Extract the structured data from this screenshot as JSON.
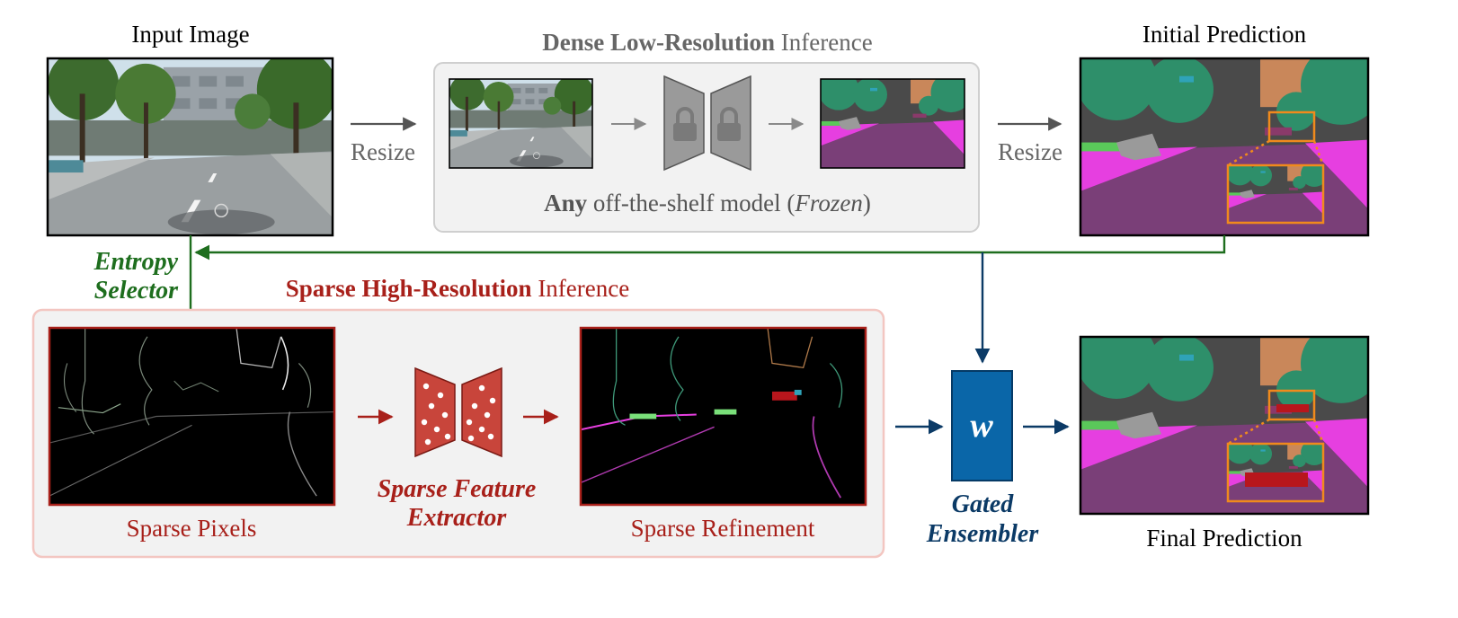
{
  "labels": {
    "input_image": "Input Image",
    "initial_prediction": "Initial Prediction",
    "final_prediction": "Final Prediction",
    "resize_left": "Resize",
    "resize_right": "Resize",
    "dense_title_bold": "Dense Low-Resolution",
    "dense_title_rest": " Inference",
    "any_bold": "Any",
    "any_rest": " off-the-shelf model (",
    "frozen": "Frozen",
    "close_paren": ")",
    "entropy_line1": "Entropy",
    "entropy_line2": "Selector",
    "sparse_title_bold": "Sparse High-Resolution",
    "sparse_title_rest": " Inference",
    "sparse_pixels": "Sparse Pixels",
    "sparse_feature_line1": "Sparse Feature",
    "sparse_feature_line2": "Extractor",
    "sparse_refinement": "Sparse Refinement",
    "gated_line1": "Gated",
    "gated_line2": "Ensembler",
    "w_symbol": "w"
  },
  "colors": {
    "green": "#1e6e1e",
    "red": "#a8201a",
    "blue": "#0b3a66",
    "gray_text": "#666666",
    "orange": "#f08a1c",
    "ensembler_fill": "#0a66a8",
    "extractor_fill": "#c8453b",
    "frozen_fill": "#9a9a9a",
    "sky": "#cfe0ea",
    "road": "#8a8a8a",
    "tree": "#3a6a2a",
    "building": "#6a6a6a",
    "seg_road": "#7a3f78",
    "seg_sidewalk": "#e63fe0",
    "seg_vegetation": "#2e8f6a",
    "seg_building": "#4a4a4a",
    "seg_sky": "#d08a5a",
    "seg_car": "#b8161c"
  },
  "icons": [
    "lock-icon",
    "lock-icon",
    "w-symbol"
  ]
}
